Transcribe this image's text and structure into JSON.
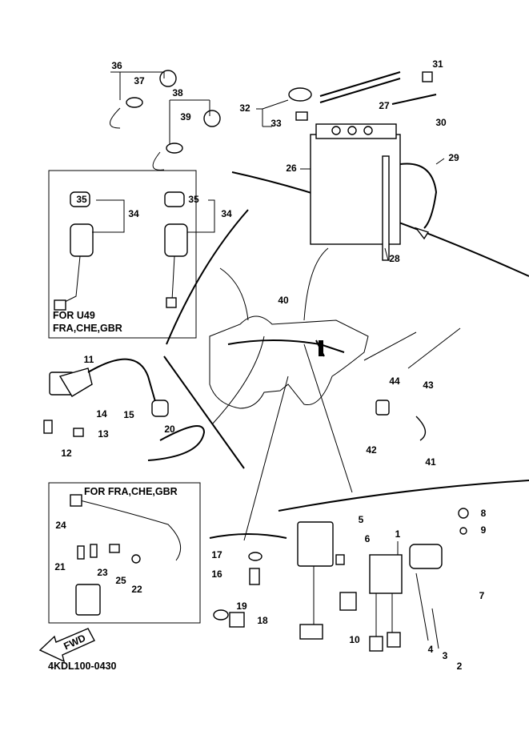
{
  "diagram": {
    "code": "4KDL100-0430",
    "box_u49": [
      "FOR  U49",
      "FRA,CHE,GBR"
    ],
    "box_fra": "FOR FRA,CHE,GBR",
    "fwd_label": "FWD",
    "callouts": [
      "36",
      "37",
      "38",
      "39",
      "31",
      "32",
      "27",
      "33",
      "30",
      "26",
      "29",
      "35",
      "34",
      "35",
      "34",
      "28",
      "40",
      "11",
      "14",
      "15",
      "13",
      "12",
      "20",
      "44",
      "43",
      "42",
      "41",
      "5",
      "8",
      "6",
      "9",
      "1",
      "7",
      "17",
      "16",
      "19",
      "18",
      "4",
      "3",
      "2",
      "10",
      "24",
      "21",
      "23",
      "25",
      "22"
    ]
  }
}
